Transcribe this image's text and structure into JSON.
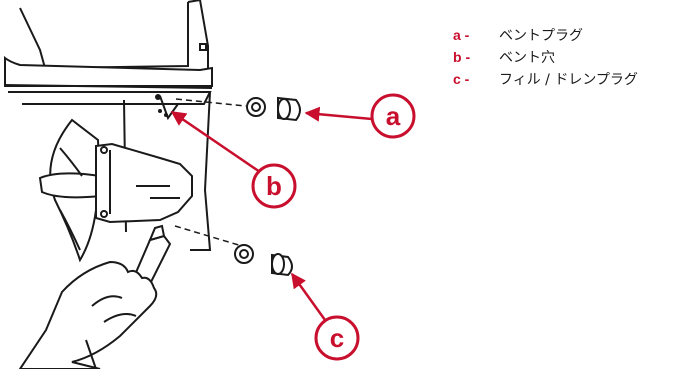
{
  "legend": [
    {
      "key": "a -",
      "text": "ベントプラグ"
    },
    {
      "key": "b -",
      "text": "ベント穴"
    },
    {
      "key": "c -",
      "text": "フィル / ドレンプラグ"
    }
  ],
  "callouts": {
    "a": "a",
    "b": "b",
    "c": "c"
  },
  "colors": {
    "accent": "#c8102e",
    "line": "#1a1a1a"
  }
}
